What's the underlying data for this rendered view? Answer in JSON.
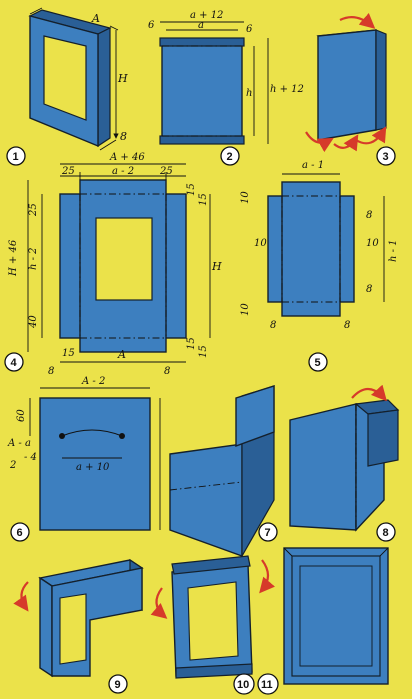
{
  "step_numbers": [
    "1",
    "2",
    "3",
    "4",
    "5",
    "6",
    "7",
    "8",
    "9",
    "10",
    "11"
  ],
  "step1": {
    "a": "A",
    "h": "H",
    "b": "8"
  },
  "step2": {
    "top_outer": "a + 12",
    "top_inner": "a",
    "left": "6",
    "right": "6",
    "h": "h",
    "h_outer": "h + 12"
  },
  "step4": {
    "top_total": "A + 46",
    "left_w": "25",
    "mid_w": "a - 2",
    "right_w": "25",
    "h_total": "H + 46",
    "top_gap": "25",
    "mid_h": "h - 2",
    "bot_gap": "40",
    "r15a": "15",
    "r15b": "15",
    "r15c": "15",
    "r15d": "15",
    "bot15": "15",
    "side_h": "H",
    "bot_a": "A",
    "b8l": "8",
    "b8r": "8"
  },
  "step5": {
    "top": "a - 1",
    "s10a": "10",
    "s10b": "10",
    "s10c": "10",
    "s10d": "10",
    "s8a": "8",
    "s8b": "8",
    "s8c": "8",
    "s8d": "8",
    "h": "h - 1"
  },
  "step6": {
    "top": "A - 2",
    "gap": "60",
    "side_a": "A - a",
    "side_b": "2",
    "side_c": "- 4",
    "mid": "a + 10"
  },
  "colors": {
    "background": "#ebe24a",
    "panel": "#3d7fbf",
    "outline": "#14202c",
    "badge": "#ffffff",
    "arrow": "#d63a2a"
  }
}
